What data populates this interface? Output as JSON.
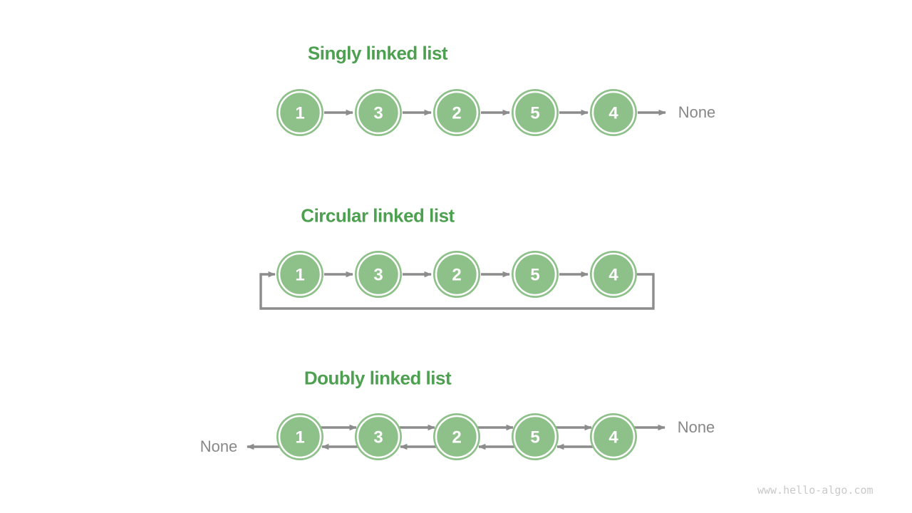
{
  "page": {
    "background": "#ffffff",
    "watermark": "www.hello-algo.com"
  },
  "colors": {
    "node_fill": "#8EC08A",
    "node_ring": "#ffffff",
    "node_text": "#ffffff",
    "title": "#4DA050",
    "arrow": "#8C8C8C",
    "none_label": "#888888",
    "watermark": "#C9C9C9"
  },
  "sections": [
    {
      "id": "singly",
      "title": "Singly linked list",
      "node_values": [
        "1",
        "3",
        "2",
        "5",
        "4"
      ],
      "tail_label": "None"
    },
    {
      "id": "circular",
      "title": "Circular linked list",
      "node_values": [
        "1",
        "3",
        "2",
        "5",
        "4"
      ]
    },
    {
      "id": "doubly",
      "title": "Doubly linked list",
      "node_values": [
        "1",
        "3",
        "2",
        "5",
        "4"
      ],
      "head_label": "None",
      "tail_label": "None"
    }
  ]
}
